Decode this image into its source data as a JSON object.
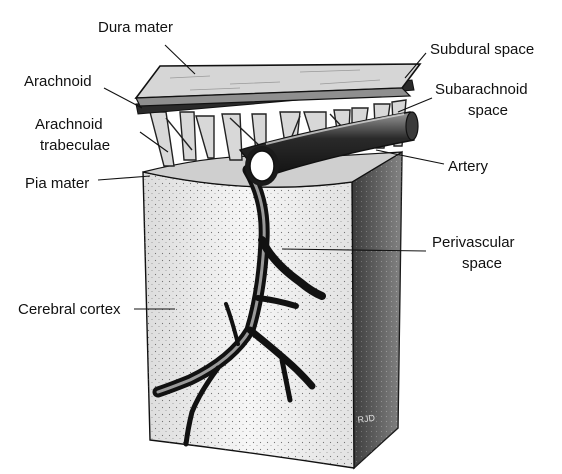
{
  "labels": {
    "dura_mater": "Dura mater",
    "arachnoid": "Arachnoid",
    "arachnoid_trabeculae_line1": "Arachnoid",
    "arachnoid_trabeculae_line2": "trabeculae",
    "pia_mater": "Pia mater",
    "cerebral_cortex": "Cerebral cortex",
    "subdural_space": "Subdural space",
    "subarachnoid_space_line1": "Subarachnoid",
    "subarachnoid_space_line2": "space",
    "artery": "Artery",
    "perivascular_space_line1": "Perivascular",
    "perivascular_space_line2": "space"
  },
  "signature": "RJD",
  "colors": {
    "ink": "#111111",
    "tissue_light": "#f2f2f2",
    "tissue_shade": "#bdbdbd",
    "membrane": "#d6d6d6"
  }
}
